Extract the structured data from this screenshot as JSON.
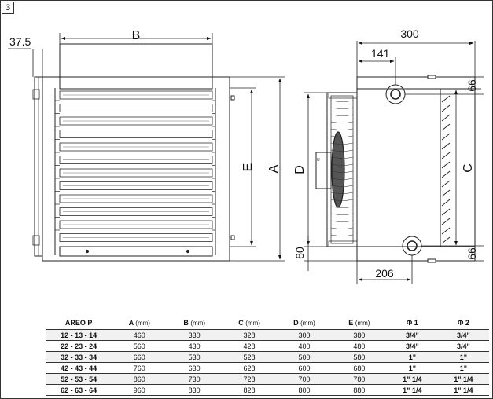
{
  "figure_number": "3",
  "front_view": {
    "offset_label": "37.5",
    "width_label": "B",
    "louver_height_label": "E",
    "overall_height_label": "A"
  },
  "side_view": {
    "depth_label": "300",
    "pipe_offset_label": "141",
    "top_pipe_label": "66",
    "bottom_pipe_label": "66",
    "fan_height_label": "D",
    "coil_height_label": "C",
    "bottom_offset_label": "80",
    "bottom_depth_label": "206"
  },
  "table": {
    "headers": [
      {
        "label": "AREO P",
        "unit": ""
      },
      {
        "label": "A",
        "unit": "(mm)"
      },
      {
        "label": "B",
        "unit": "(mm)"
      },
      {
        "label": "C",
        "unit": "(mm)"
      },
      {
        "label": "D",
        "unit": "(mm)"
      },
      {
        "label": "E",
        "unit": "(mm)"
      },
      {
        "label": "Φ 1",
        "unit": ""
      },
      {
        "label": "Φ 2",
        "unit": ""
      }
    ],
    "rows": [
      {
        "model": "12 - 13 - 14",
        "a": "460",
        "b": "330",
        "c": "328",
        "d": "300",
        "e": "380",
        "phi1": "3/4\"",
        "phi2": "3/4\""
      },
      {
        "model": "22 - 23 - 24",
        "a": "560",
        "b": "430",
        "c": "428",
        "d": "400",
        "e": "480",
        "phi1": "3/4\"",
        "phi2": "3/4\""
      },
      {
        "model": "32 - 33 - 34",
        "a": "660",
        "b": "530",
        "c": "528",
        "d": "500",
        "e": "580",
        "phi1": "1\"",
        "phi2": "1\""
      },
      {
        "model": "42 - 43 - 44",
        "a": "760",
        "b": "630",
        "c": "628",
        "d": "600",
        "e": "680",
        "phi1": "1\"",
        "phi2": "1\""
      },
      {
        "model": "52 - 53 - 54",
        "a": "860",
        "b": "730",
        "c": "728",
        "d": "700",
        "e": "780",
        "phi1": "1\" 1/4",
        "phi2": "1\" 1/4"
      },
      {
        "model": "62 - 63 - 64",
        "a": "960",
        "b": "830",
        "c": "828",
        "d": "800",
        "e": "880",
        "phi1": "1\" 1/4",
        "phi2": "1\" 1/4"
      }
    ]
  }
}
